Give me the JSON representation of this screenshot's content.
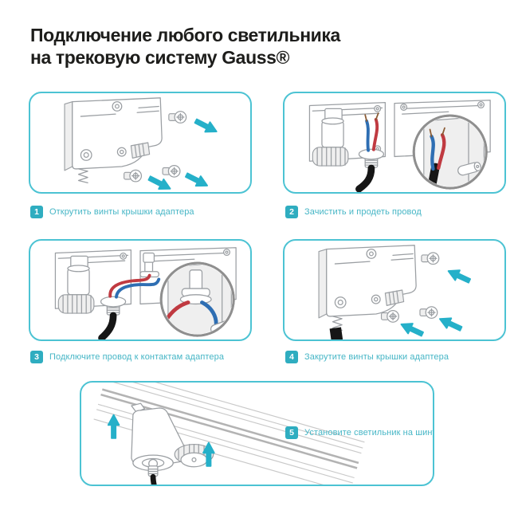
{
  "title": {
    "line1": "Подключение любого светильника",
    "line2": "на трековую систему Gauss®"
  },
  "steps": [
    {
      "number": "1",
      "label": "Открутить винты крышки адаптера",
      "illustration": "track adapter cover with three screws, arrows pointing away (unscrew)"
    },
    {
      "number": "2",
      "label": "Зачистить и продеть провод",
      "illustration": "adapter open, black cable through gland, stripped blue and red wires, magnifier detail"
    },
    {
      "number": "3",
      "label": "Подключите провод к контактам адаптера",
      "illustration": "blue and red wires routed to adapter contact terminals, magnifier detail"
    },
    {
      "number": "4",
      "label": "Закрутите винты крышки адаптера",
      "illustration": "adapter cover with three screws, arrows pointing toward cover (screw in)"
    },
    {
      "number": "5",
      "label": "Установите светильник на шину",
      "illustration": "adapter pushed up onto track busbar, two up arrows"
    }
  ],
  "icons": {
    "step1_arrows": "arrow-down-right-icon",
    "step4_arrows": "arrow-up-left-icon",
    "step5_arrows": "arrow-up-icon",
    "screws": "screw-icon",
    "magnifier": "magnifier-circle-icon"
  },
  "colors": {
    "accent": "#25b0c9",
    "panel_border": "#4cc3d3",
    "badge": "#2fadc0",
    "caption_text": "#46b6c6",
    "title_text": "#1d1d1b",
    "wire_red": "#c03a41",
    "wire_blue": "#2e6eb3",
    "cable_black": "#161616",
    "line_gray": "#9b9fa3"
  }
}
